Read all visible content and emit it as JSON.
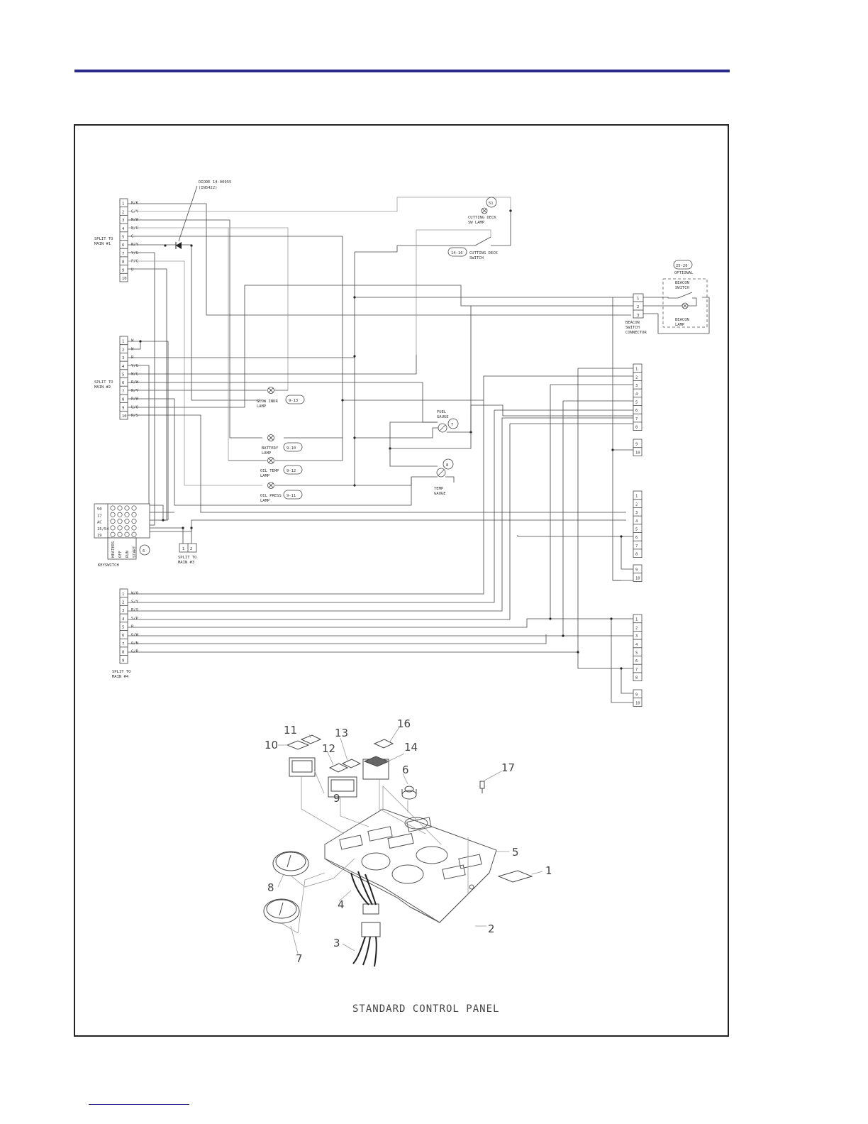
{
  "diagram": {
    "split1_label": "SPLIT TO\nMAIN #1",
    "split2_label": "SPLIT TO\nMAIN #2",
    "split3_label": "SPLIT TO\nMAIN #3",
    "split4_label": "SPLIT TO\nMAIN #4",
    "diode_label": "DIODE 14-00955",
    "diode_part": "(IN5422)",
    "cutting_deck_lamp": "CUTTING DECK\nSW LAMP",
    "cutting_deck_lamp_ref": "51",
    "cutting_deck_switch": "CUTTING DECK\nSWITCH",
    "cutting_deck_switch_ref": "14-16",
    "optional_ref": "25-26",
    "optional_label": "OPTIONAL",
    "beacon_switch": "BEACON\nSWITCH",
    "beacon_lamp": "BEACON\nLAMP",
    "beacon_connector": "BEACON\nSWITCH\nCONNECTOR",
    "glow_lamp": "GLOW INDR\nLAMP",
    "glow_ref": "9-13",
    "fuel_gauge": "FUEL\nGAUGE",
    "fuel_ref": "7",
    "battery_lamp": "BATTERY\nLAMP",
    "battery_ref": "9-10",
    "oil_temp_lamp": "OIL TEMP\nLAMP",
    "oil_temp_ref": "9-12",
    "temp_gauge": "TEMP\nGAUGE",
    "temp_ref": "8",
    "oil_press_lamp": "OIL PRESS\nLAMP",
    "oil_press_ref": "9-11",
    "keyswitch_label": "KEYSWITCH",
    "keyswitch_ref": "6",
    "keyswitch_rows": [
      "50",
      "17",
      "AC",
      "15/54",
      "19"
    ],
    "keyswitch_cols": [
      "HEATERS",
      "OFF",
      "RUN",
      "START"
    ],
    "split1_wires": [
      "R/K",
      "G/Y",
      "N/W",
      "N/U",
      "G",
      "N/Y",
      "Y/G",
      "P/G",
      "U",
      ""
    ],
    "split2_wires": [
      "W",
      "W",
      "R",
      "Y/G",
      "W/G",
      "R/W",
      "N/Y",
      "R/W",
      "U/O",
      "R/S"
    ],
    "split4_wires": [
      "W/O",
      "S/Y",
      "R/S",
      "S/P",
      "R",
      "G/W",
      "O/N",
      "G/R",
      ""
    ],
    "callouts": [
      "1",
      "2",
      "3",
      "4",
      "5",
      "6",
      "7",
      "8",
      "9",
      "10",
      "11",
      "12",
      "13",
      "16",
      "14",
      "17"
    ],
    "caption": "STANDARD CONTROL PANEL"
  }
}
